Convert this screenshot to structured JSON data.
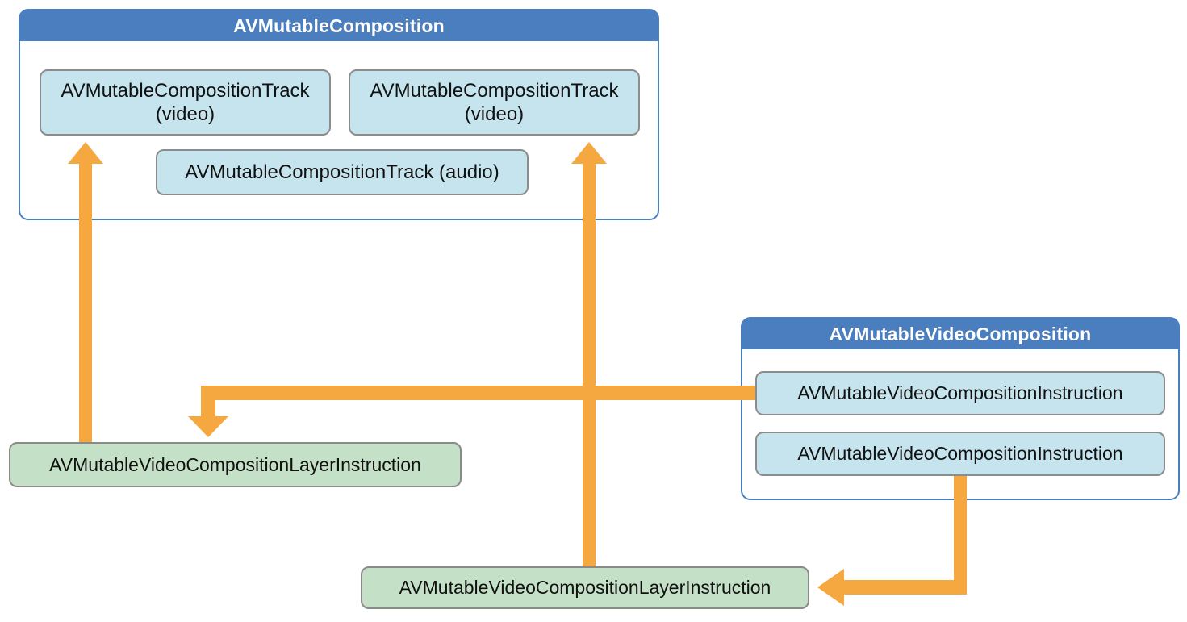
{
  "colors": {
    "header_blue": "#4A7EBE",
    "track_fill": "#C5E4EE",
    "track_border": "#8C8C8C",
    "layer_fill": "#C4E0C7",
    "layer_border": "#8A8A8A",
    "arrow_orange": "#F6A840",
    "text_dark": "#111111"
  },
  "composition": {
    "title": "AVMutableComposition",
    "tracks": [
      {
        "label": "AVMutableCompositionTrack",
        "sublabel": "(video)"
      },
      {
        "label": "AVMutableCompositionTrack",
        "sublabel": "(video)"
      },
      {
        "label": "AVMutableCompositionTrack (audio)"
      }
    ]
  },
  "video_composition": {
    "title": "AVMutableVideoComposition",
    "instructions": [
      {
        "label": "AVMutableVideoCompositionInstruction"
      },
      {
        "label": "AVMutableVideoCompositionInstruction"
      }
    ]
  },
  "layer_instructions": [
    {
      "label": "AVMutableVideoCompositionLayerInstruction"
    },
    {
      "label": "AVMutableVideoCompositionLayerInstruction"
    }
  ]
}
